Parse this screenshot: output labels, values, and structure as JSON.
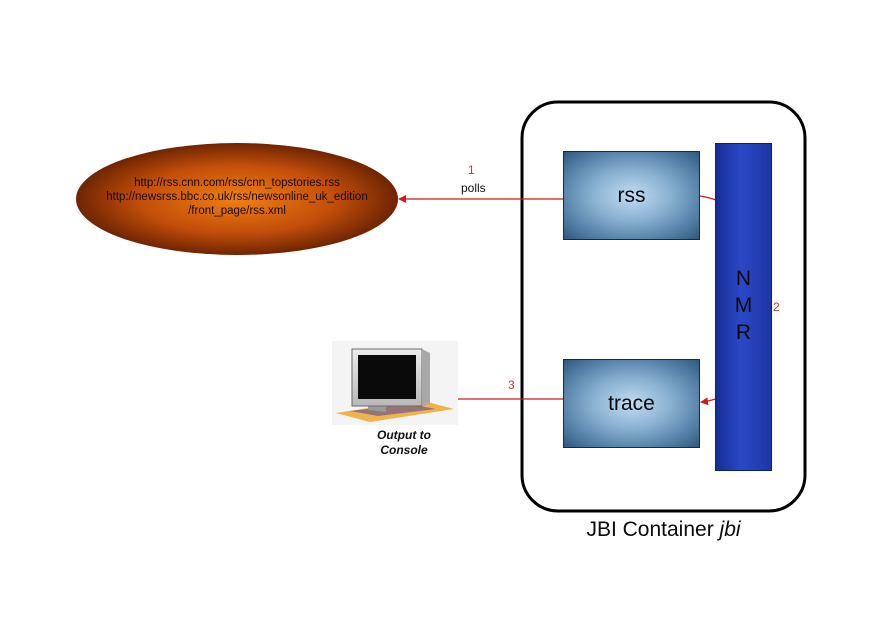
{
  "feed_source": {
    "lines": [
      "http://rss.cnn.com/rss/cnn_topstories.rss",
      "http://newsrss.bbc.co.uk/rss/newsonline_uk_edition",
      "/front_page/rss.xml"
    ]
  },
  "components": {
    "rss": "rss",
    "trace": "trace",
    "nmr_letters": [
      "N",
      "M",
      "R"
    ]
  },
  "arrows": {
    "step1_number": "1",
    "step1_label": "polls",
    "step2_number": "2",
    "step3_number": "3"
  },
  "console": {
    "caption_line1": "Output to",
    "caption_line2": "Console"
  },
  "container": {
    "title_prefix": "JBI Container",
    "title_name": "jbi"
  },
  "colors": {
    "ellipse_center": "#e8730a",
    "ellipse_edge": "#5a1a00",
    "box_light": "#c2dcf2",
    "box_dark": "#33567c",
    "nmr_blue": "#2b48c6",
    "arrow_red": "#d11a1a"
  }
}
